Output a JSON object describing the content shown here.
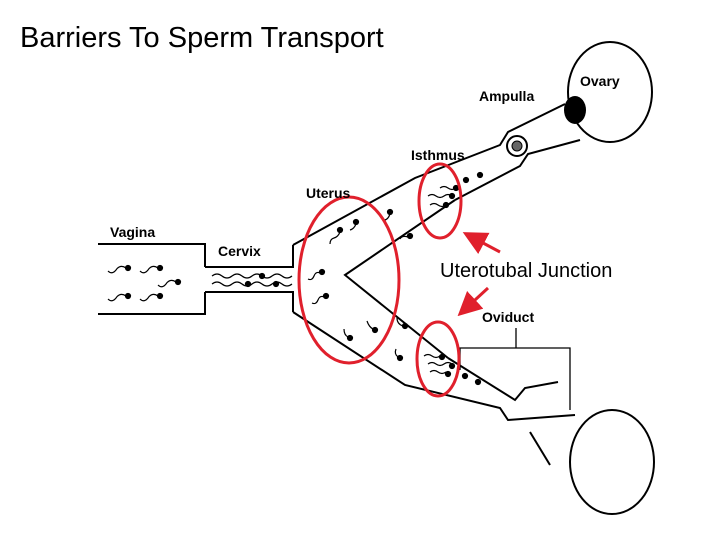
{
  "title": "Barriers To Sperm Transport",
  "labels": {
    "vagina": "Vagina",
    "cervix": "Cervix",
    "uterus": "Uterus",
    "isthmus": "Isthmus",
    "ampulla": "Ampulla",
    "ovary": "Ovary",
    "oviduct": "Oviduct",
    "junction": "Uterotubal Junction"
  },
  "colors": {
    "highlight": "#e0202c",
    "line": "#000000",
    "background": "#ffffff"
  }
}
